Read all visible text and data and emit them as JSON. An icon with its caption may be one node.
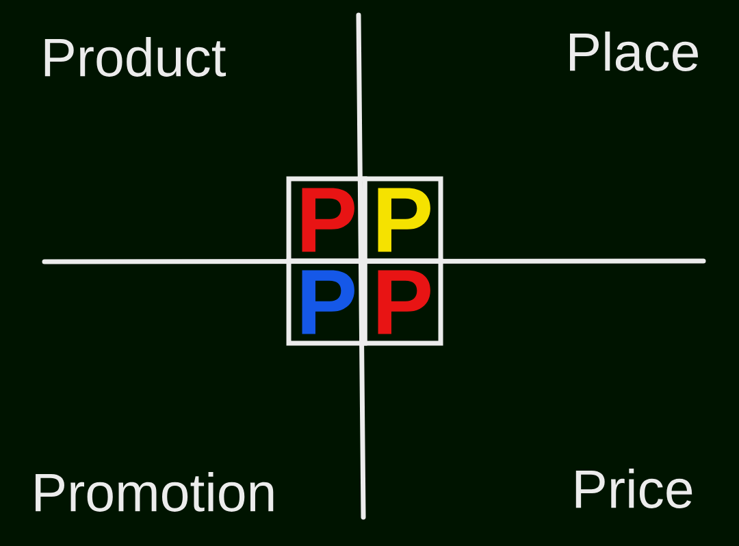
{
  "diagram": {
    "nodes": [
      {
        "text": [
          "P"
        ]
      },
      {
        "text": [
          "P"
        ]
      },
      {
        "text": [
          "P"
        ]
      },
      {
        "text": [
          "P"
        ]
      }
    ],
    "labels": [
      "Product",
      "Place",
      "Promotion",
      "Price"
    ]
  }
}
